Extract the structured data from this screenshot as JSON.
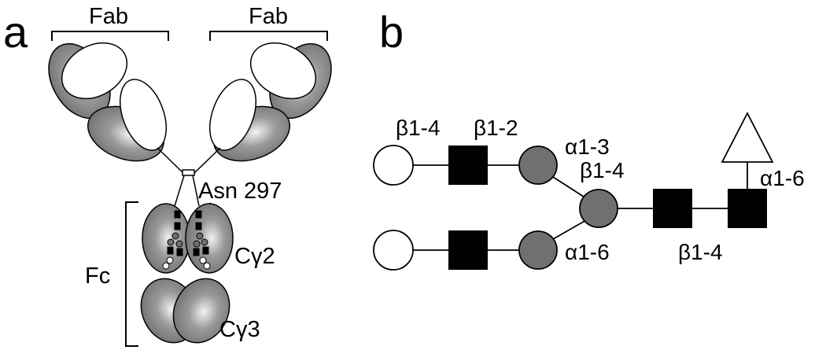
{
  "panels": {
    "a": {
      "letter": "a",
      "fab_left": "Fab",
      "fab_right": "Fab",
      "glycan_site": "Asn 297",
      "fc": "Fc",
      "domain_cg2": "Cγ2",
      "domain_cg3": "Cγ3"
    },
    "b": {
      "letter": "b",
      "links": {
        "upper_gal_glcnac": "β1-4",
        "upper_glcnac_man": "β1-2",
        "man_upper_alpha": "α1-3",
        "man_core_glcnac": "β1-4",
        "man_lower_alpha": "α1-6",
        "glcnac_glcnac": "β1-4",
        "fucose": "α1-6"
      }
    }
  },
  "colors": {
    "constant_domain": "#8a8a8a",
    "variable_domain": "#ffffff",
    "mannose": "#707070",
    "galactose": "#ffffff",
    "glcnac": "#000000",
    "fucose": "#ffffff"
  }
}
